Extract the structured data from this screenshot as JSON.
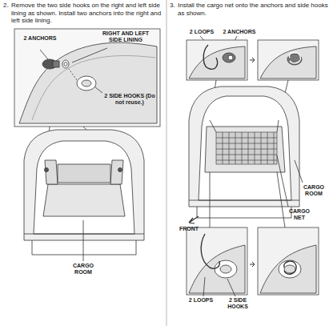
{
  "diagram": {
    "labels": [
      "2.",
      "Remove the two side hooks on the right and left side lining as shown. Install two anchors into the right and left side lining.",
      "2 ANCHORS",
      "RIGHT AND LEFT SIDE LINING",
      "2 SIDE HOOKS (Do not reuse.)",
      "CARGO ROOM",
      "3.",
      "Install the cargo net onto the anchors and side hooks as shown.",
      "2 LOOPS",
      "2 ANCHORS",
      "CARGO ROOM",
      "CARGO NET",
      "FRONT",
      "2 LOOPS",
      "2 SIDE HOOKS"
    ]
  }
}
